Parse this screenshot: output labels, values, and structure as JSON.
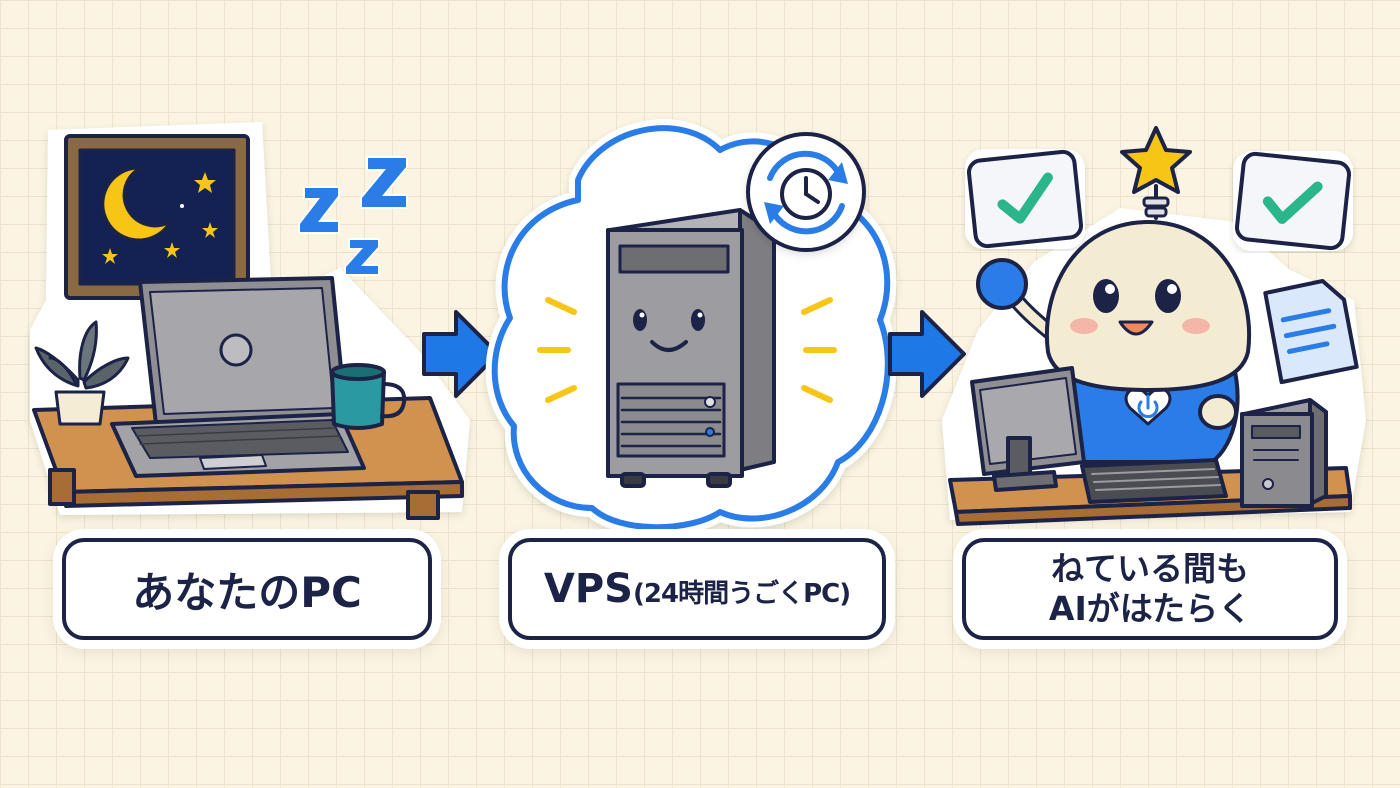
{
  "steps": [
    {
      "label": "あなたのPC"
    },
    {
      "label_main": "VPS",
      "label_sub": "(24時間うごくPC)"
    },
    {
      "label_lines": [
        "ねている間も",
        "AIがはたらく"
      ]
    }
  ],
  "colors": {
    "ink": "#1c2347",
    "blue": "#1e7ce8",
    "arrow": "#1e78e6",
    "desk": "#c98a45",
    "background": "#fbf4e2",
    "star": "#f6c516",
    "check": "#2bb58a"
  },
  "icons": [
    "night-window-icon",
    "sleep-zzz-icon",
    "laptop-icon",
    "plant-icon",
    "mug-icon",
    "arrow-right-icon",
    "cloud-icon",
    "server-tower-icon",
    "sync-clock-icon",
    "robot-mascot-icon",
    "power-heart-icon",
    "checkmark-icon",
    "document-icon",
    "star-icon",
    "monitor-icon",
    "keyboard-icon"
  ]
}
